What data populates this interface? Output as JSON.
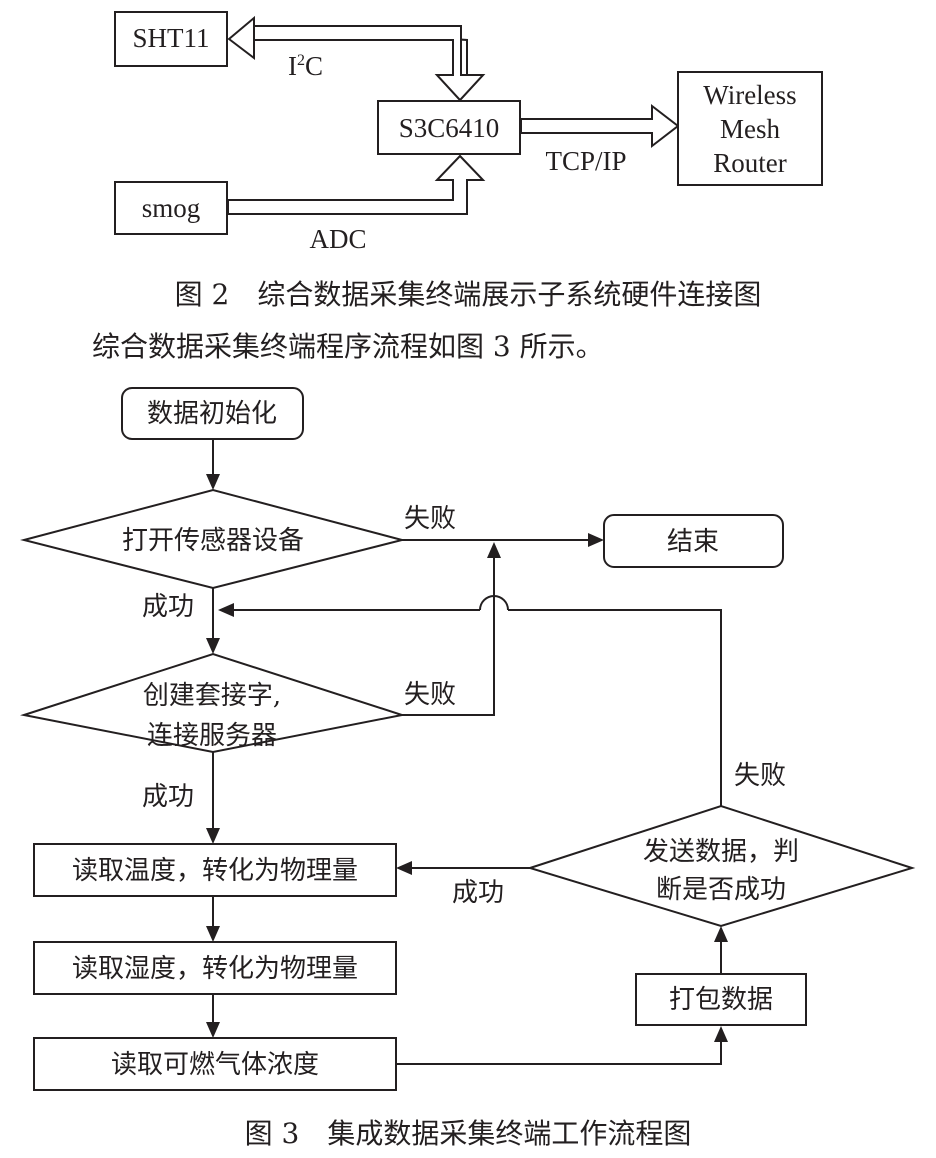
{
  "figure2": {
    "nodes": {
      "sht11": "SHT11",
      "s3c6410": "S3C6410",
      "smog": "smog",
      "router": [
        "Wireless",
        "Mesh",
        "Router"
      ]
    },
    "links": {
      "i2c": "I",
      "i2c_sup": "2",
      "i2c_tail": "C",
      "tcpip": "TCP/IP",
      "adc": "ADC"
    },
    "caption": "图 2　综合数据采集终端展示子系统硬件连接图"
  },
  "body_text": "综合数据采集终端程序流程如图 3 所示。",
  "figure3": {
    "nodes": {
      "init": "数据初始化",
      "open_sensor": "打开传感器设备",
      "end": "结束",
      "socket": [
        "创建套接字,",
        "连接服务器"
      ],
      "read_temp": "读取温度，转化为物理量",
      "read_humidity": "读取湿度，转化为物理量",
      "read_gas": "读取可燃气体浓度",
      "pack": "打包数据",
      "send": [
        "发送数据，判",
        "断是否成功"
      ]
    },
    "edges": {
      "fail_open": "失败",
      "success_open": "成功",
      "fail_socket": "失败",
      "success_socket": "成功",
      "fail_send": "失败",
      "success_send": "成功"
    },
    "caption": "图 3　集成数据采集终端工作流程图"
  }
}
